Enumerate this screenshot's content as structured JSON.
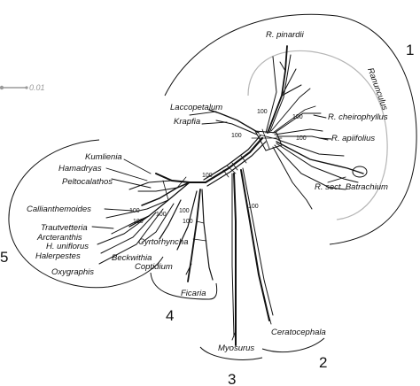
{
  "scale_bar": {
    "label": "0.01"
  },
  "taxa": {
    "pinardii": "R. pinardii",
    "ranunculus": "Ranunculus",
    "laccopetalum": "Laccopetalum",
    "krapfia": "Krapfia",
    "cheirophyllus": "R. cheirophyllus",
    "apiifolius": "R. apiifolius",
    "batrachium": "R. sect. Batrachium",
    "kumlienia": "Kumlienia",
    "hamadryas": "Hamadryas",
    "peltocalathos": "Peltocalathos",
    "callianthemoides": "Callianthemoides",
    "trautvetteria": "Trautvetteria",
    "arcteranthis": "Arcteranthis",
    "h_uniflorus": "H. uniflorus",
    "halerpestes": "Halerpestes",
    "oxygraphis": "Oxygraphis",
    "cyrtorhyncha": "Cyrtorhyncha",
    "beckwithia": "Beckwithia",
    "coptidium": "Coptidium",
    "ficaria": "Ficaria",
    "ceratocephala": "Ceratocephala",
    "myosurus": "Myosurus"
  },
  "support_values": [
    "100",
    "100",
    "100",
    "100",
    "100",
    "100",
    "100",
    "100",
    "100",
    "100",
    "100"
  ],
  "group_numbers": [
    "1",
    "2",
    "3",
    "4",
    "5"
  ],
  "colors": {
    "lines": "#111111",
    "ranunculus_bracket": "#b5b5b5",
    "scale_bar": "#9a9a9a"
  }
}
